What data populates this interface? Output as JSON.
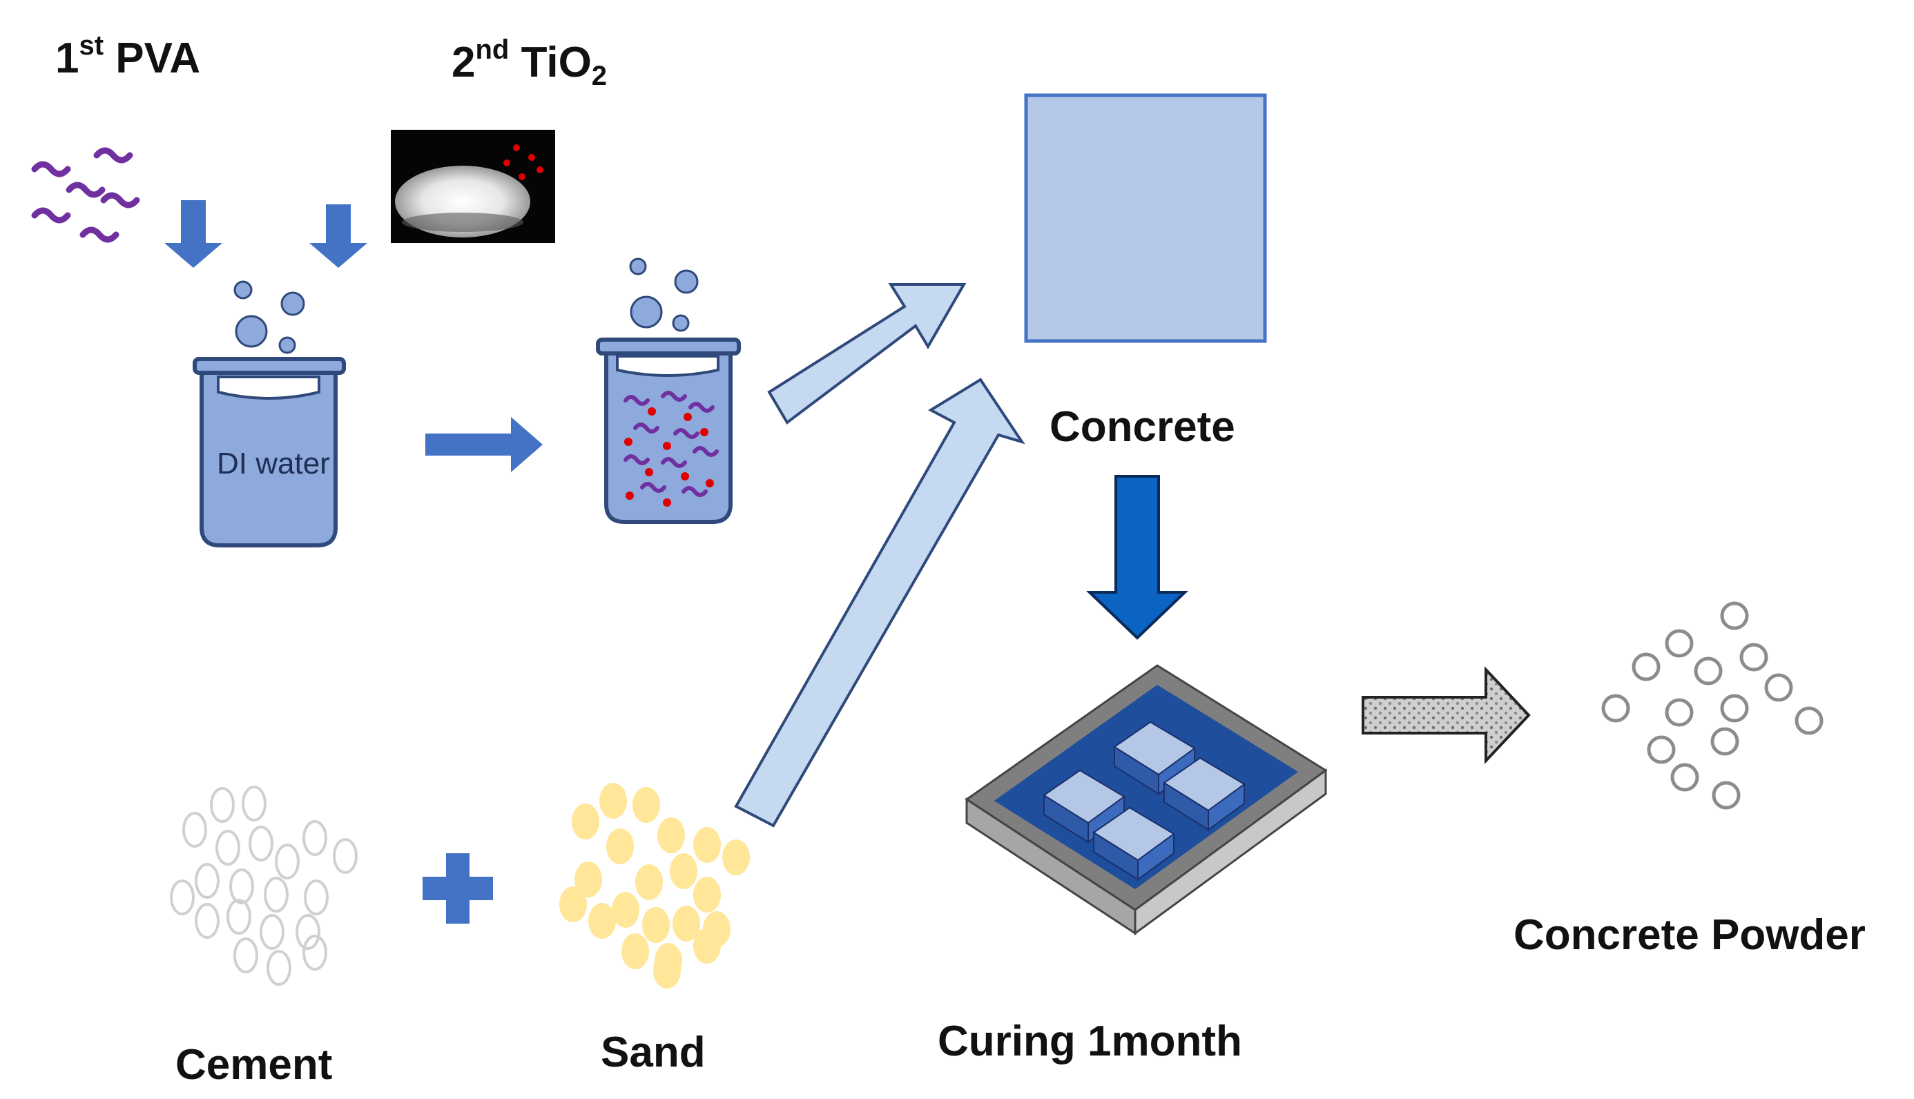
{
  "labels": {
    "step1_number": "1",
    "step1_sup": "st",
    "step1_name": "PVA",
    "step2_number": "2",
    "step2_sup": "nd",
    "step2_name": "TiO",
    "step2_sub": "2",
    "beaker": "DI water",
    "concrete": "Concrete",
    "cement": "Cement",
    "sand": "Sand",
    "curing": "Curing 1month",
    "powder": "Concrete Powder"
  },
  "icons": [
    "pva-fiber-icon",
    "tio2-powder-photo",
    "bubbles-icon",
    "beaker-di-water-icon",
    "beaker-mixture-icon",
    "concrete-block-icon",
    "curing-mold-tray-icon",
    "cement-particles-icon",
    "sand-particles-icon",
    "plus-icon",
    "concrete-powder-particles-icon"
  ],
  "colors": {
    "accent_blue": "#4472c4",
    "dark_blue": "#0b63c2",
    "pale_blue": "#b4c7e7",
    "light_arrow": "#c5d9f1",
    "fiber_purple": "#7030a0",
    "particle_red": "#e00000",
    "sand_yellow": "#ffe699",
    "cement_gray": "#d0d0d0",
    "powder_gray": "#8c8c8c",
    "tray_gray": "#7f7f7f"
  }
}
